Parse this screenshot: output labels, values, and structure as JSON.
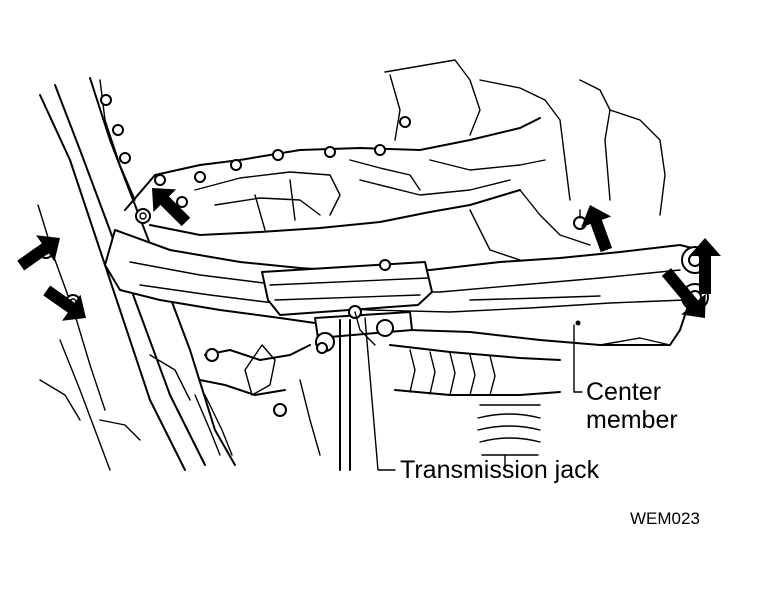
{
  "labels": {
    "center_member_line1": "Center",
    "center_member_line2": "member",
    "transmission_jack": "Transmission jack",
    "figure_code": "WEM023"
  },
  "colors": {
    "line": "#000000",
    "background": "#ffffff"
  },
  "icons": [
    "arrow-icon",
    "bolt-icon"
  ]
}
